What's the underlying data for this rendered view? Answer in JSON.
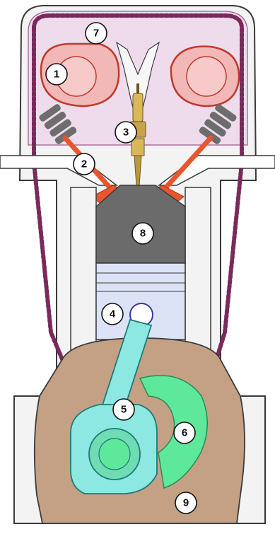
{
  "diagram": {
    "colors": {
      "outline": "#3a3a3a",
      "head_fill": "#f3f3f3",
      "cam_region": "#eedcec",
      "cam_lobe": "#f2b8b8",
      "cam_edge": "#c0392b",
      "chain": "#7a2a5a",
      "spring_gray": "#6d6d6d",
      "valve_orange": "#e8562f",
      "spark_plug": "#d9b85a",
      "combustion": "#6b6b6b",
      "piston": "#dde3f6",
      "connecting_rod": "#8ee8e2",
      "counterweight": "#5ee89b",
      "crankcase": "#c4a184"
    },
    "callouts": [
      {
        "id": "camshaft",
        "label": "1"
      },
      {
        "id": "valve",
        "label": "2"
      },
      {
        "id": "spark-plug",
        "label": "3"
      },
      {
        "id": "piston",
        "label": "4"
      },
      {
        "id": "connecting-rod",
        "label": "5"
      },
      {
        "id": "crank-counterweight",
        "label": "6"
      },
      {
        "id": "timing-chain",
        "label": "7"
      },
      {
        "id": "combustion-chamber",
        "label": "8"
      },
      {
        "id": "crankcase",
        "label": "9"
      }
    ]
  }
}
